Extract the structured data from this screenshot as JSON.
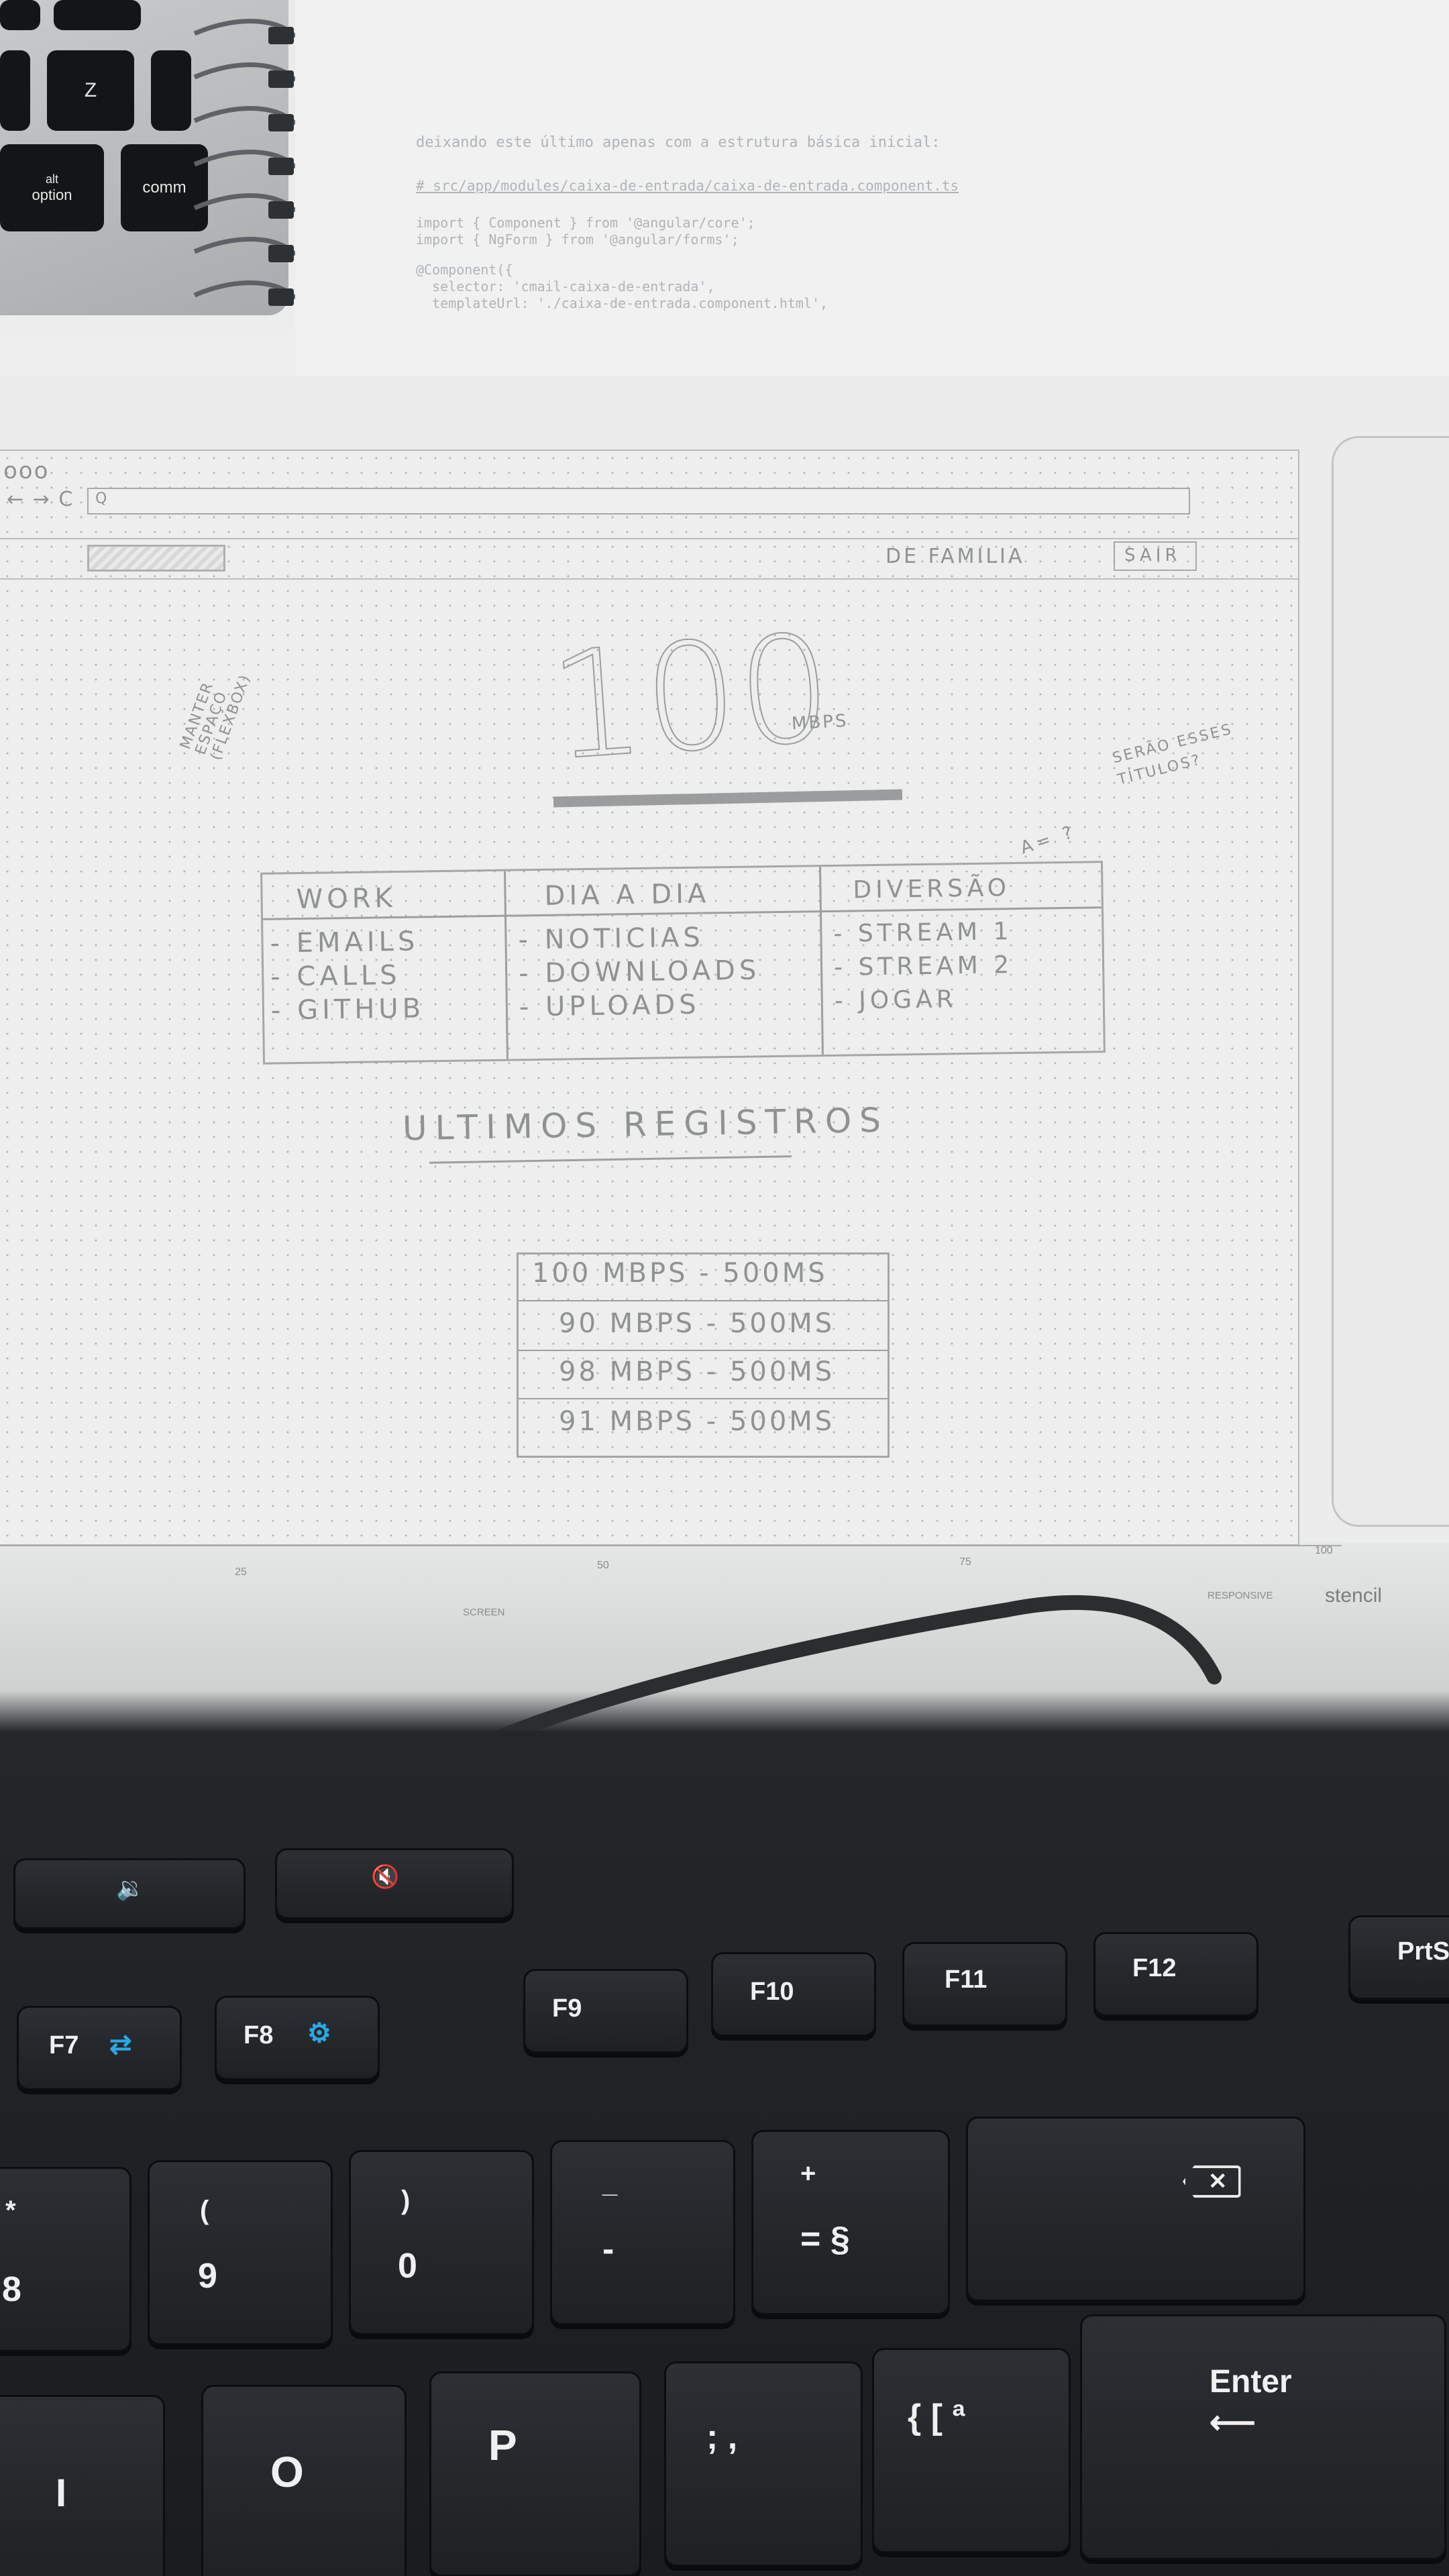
{
  "laptop": {
    "keys": [
      "Z",
      "alt",
      "option",
      "comm"
    ]
  },
  "code_text": [
    "deixando este último apenas com a estrutura básica inicial:",
    "# src/app/modules/caixa-de-entrada/caixa-de-entrada.component.ts",
    "import { Component } from '@angular/core';",
    "import { NgForm } from '@angular/forms';",
    "@Component({",
    "  selector: 'cmail-caixa-de-entrada',",
    "  templateUrl: './caixa-de-entrada.component.html',"
  ],
  "sketch": {
    "browser_dots": "ooo",
    "nav_arrows": "← → C",
    "search_glyph": "Q",
    "header_link": "DE FAMILIA",
    "header_button": "SAIR",
    "speed_value": "100",
    "speed_unit": "MBPS",
    "left_note": [
      "MANTER",
      "ESPAÇO",
      "(FLEXBOX)"
    ],
    "right_note": [
      "SERÃO ESSES",
      "TÍTULOS?"
    ],
    "arrow_note": "A= ?",
    "table": {
      "columns": [
        {
          "header": "WORK",
          "items": [
            "- EMAILS",
            "- CALLS",
            "- GITHUB"
          ]
        },
        {
          "header": "DIA A DIA",
          "items": [
            "- NOTICIAS",
            "- DOWNLOADS",
            "- UPLOADS"
          ]
        },
        {
          "header": "DIVERSÃO",
          "items": [
            "- STREAM 1",
            "- STREAM 2",
            "- JOGAR"
          ]
        }
      ]
    },
    "records_title": "ULTIMOS REGISTROS",
    "records": [
      "100 MBPS - 500MS",
      "90 MBPS - 500MS",
      "98 MBPS - 500MS",
      "91 MBPS - 500MS"
    ]
  },
  "ruler": {
    "ticks": [
      "25",
      "50",
      "75",
      "100"
    ],
    "label_screen": "SCREEN",
    "label_responsive": "RESPONSIVE",
    "brand": "stencil"
  },
  "keyboard": {
    "media_keys": [
      "🔉",
      "🔇"
    ],
    "function_keys": [
      "F7",
      "F8",
      "F9",
      "F10",
      "F11",
      "F12",
      "PrtSc"
    ],
    "number_row": [
      {
        "top": "*",
        "bottom": "8"
      },
      {
        "top": "(",
        "bottom": "9"
      },
      {
        "top": ")",
        "bottom": "0"
      },
      {
        "top": "_",
        "bottom": "-"
      },
      {
        "top": "+",
        "bottom": "= §"
      }
    ],
    "letter_row": [
      "I",
      "O",
      "P",
      "; ,",
      "{ [ ª"
    ],
    "enter_label": "Enter",
    "backspace_label": "✕"
  }
}
